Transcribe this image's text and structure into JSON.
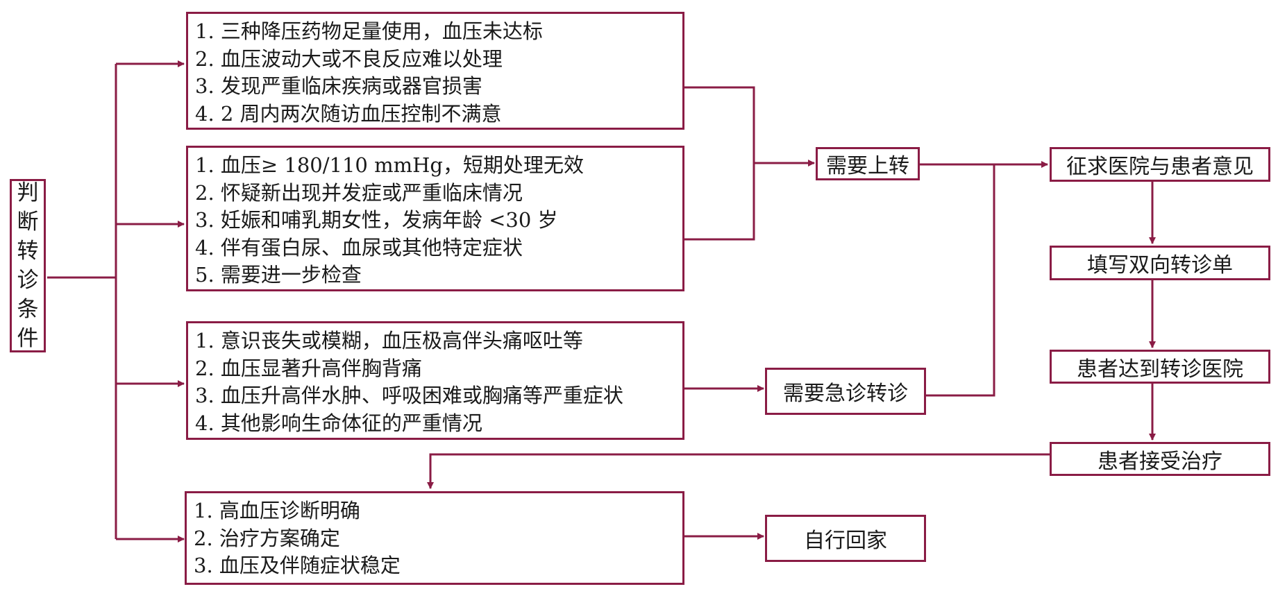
{
  "colors": {
    "accent": "#8a1c45",
    "text": "#1a1a1a",
    "background": "#ffffff"
  },
  "start": {
    "label": "判断转诊条件"
  },
  "group1": {
    "items": [
      "1. 三种降压药物足量使用，血压未达标",
      "2. 血压波动大或不良反应难以处理",
      "3. 发现严重临床疾病或器官损害",
      "4. 2 周内两次随访血压控制不满意"
    ]
  },
  "group2": {
    "items": [
      "1. 血压≥ 180/110 mmHg，短期处理无效",
      "2. 怀疑新出现并发症或严重临床情况",
      "3. 妊娠和哺乳期女性，发病年龄 <30 岁",
      "4. 伴有蛋白尿、血尿或其他特定症状",
      "5. 需要进一步检查"
    ]
  },
  "group3": {
    "items": [
      "1. 意识丧失或模糊，血压极高伴头痛呕吐等",
      "2. 血压显著升高伴胸背痛",
      "3. 血压升高伴水肿、呼吸困难或胸痛等严重症状",
      "4. 其他影响生命体征的严重情况"
    ]
  },
  "group4": {
    "items": [
      "1. 高血压诊断明确",
      "2. 治疗方案确定",
      "3. 血压及伴随症状稳定"
    ]
  },
  "nodes": {
    "need_transfer_up": "需要上转",
    "need_emergency": "需要急诊转诊",
    "go_home": "自行回家",
    "consult_opinion": "征求医院与患者意见",
    "fill_form": "填写双向转诊单",
    "arrive_hospital": "患者达到转诊医院",
    "receive_treatment": "患者接受治疗"
  }
}
